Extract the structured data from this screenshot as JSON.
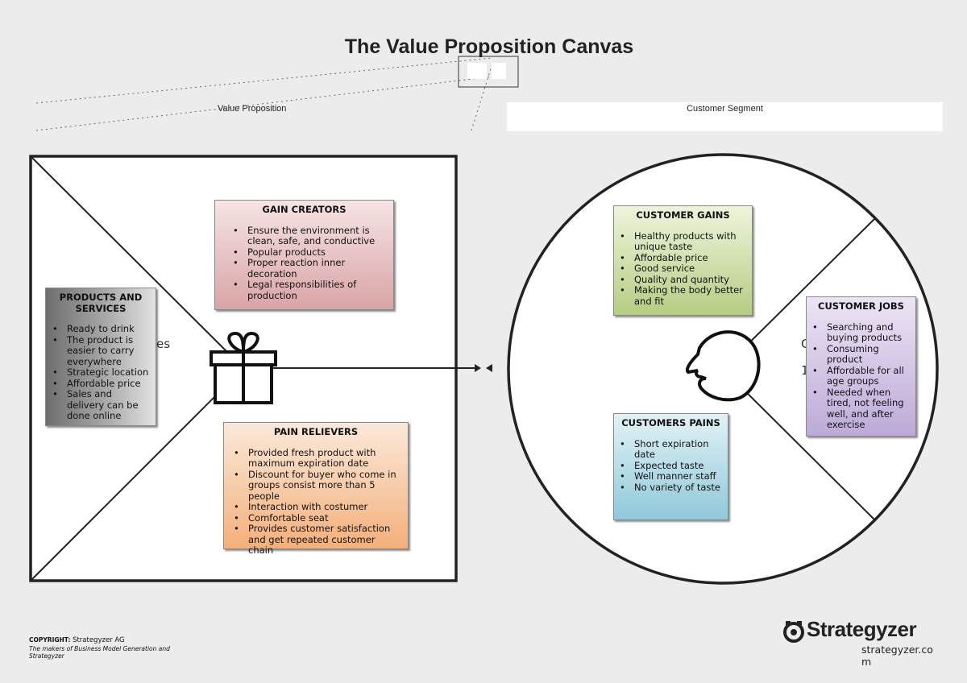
{
  "title": "The Value Proposition Canvas",
  "labels": {
    "value_proposition": "Value Proposition",
    "customer_segment": "Customer Segment"
  },
  "gain_creators": {
    "title": "GAIN CREATORS",
    "items": [
      "Ensure the environment is clean, safe, and conductive",
      "Popular products",
      "Proper reaction inner decoration",
      "Legal responsibilities of production"
    ]
  },
  "products_services": {
    "title": "PRODUCTS AND SERVICES",
    "items": [
      "Ready to drink",
      "The product is easier to carry everywhere",
      "Strategic location",
      "Affordable price",
      "Sales and delivery can be done online"
    ]
  },
  "pain_relievers": {
    "title": "PAIN RELIEVERS",
    "items": [
      "Provided fresh product with maximum expiration date",
      "Discount for buyer who come in groups consist more than 5 people",
      "Interaction with costumer",
      "Comfortable seat",
      "Provides customer satisfaction and get repeated customer chain"
    ]
  },
  "customer_gains": {
    "title": "CUSTOMER GAINS",
    "items": [
      "Healthy products with unique taste",
      "Affordable price",
      "Good service",
      "Quality and quantity",
      "Making the body better and fit"
    ]
  },
  "customer_jobs": {
    "title": "CUSTOMER JOBS",
    "items": [
      "Searching and buying products",
      "Consuming product",
      "Affordable for all age groups",
      "Needed when tired, not feeling well, and after exercise"
    ]
  },
  "customers_pains": {
    "title": "CUSTOMERS PAINS",
    "items": [
      "Short expiration date",
      "Expected taste",
      "Well manner staff",
      "No variety of taste"
    ]
  },
  "hidden_fragments": {
    "left": "es",
    "right_top": "C",
    "right_bottom": "1"
  },
  "footer": {
    "copyright_label": "COPYRIGHT:",
    "copyright_name": "Strategyzer AG",
    "tagline": "The makers of Business Model Generation and Strategyzer",
    "brand": "Strategyzer",
    "url": "strategyzer.com"
  },
  "icons": [
    "gift-icon",
    "customer-face-icon",
    "strategyzer-logo-icon"
  ],
  "colors": {
    "gain_creators": "#d9a4a6",
    "pain_relievers": "#f4b07a",
    "products_services": "#8a8a8a",
    "customer_gains": "#b5cd83",
    "customer_jobs": "#bdaad8",
    "customers_pains": "#8fc9d9"
  }
}
